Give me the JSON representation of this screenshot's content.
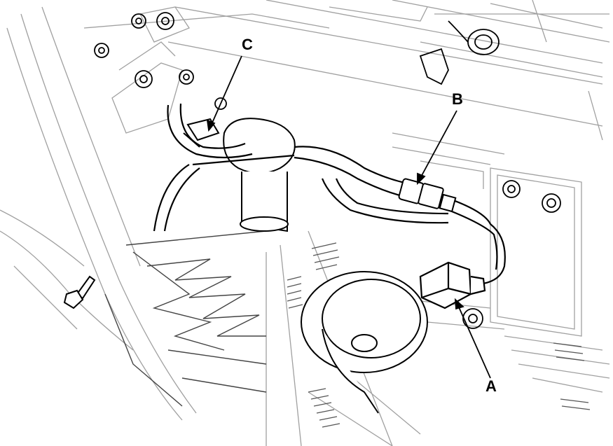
{
  "callouts": {
    "a": "A",
    "b": "B",
    "c": "C"
  },
  "colors": {
    "line": "#000000",
    "light_line": "#9a9a9a",
    "background": "#ffffff"
  }
}
